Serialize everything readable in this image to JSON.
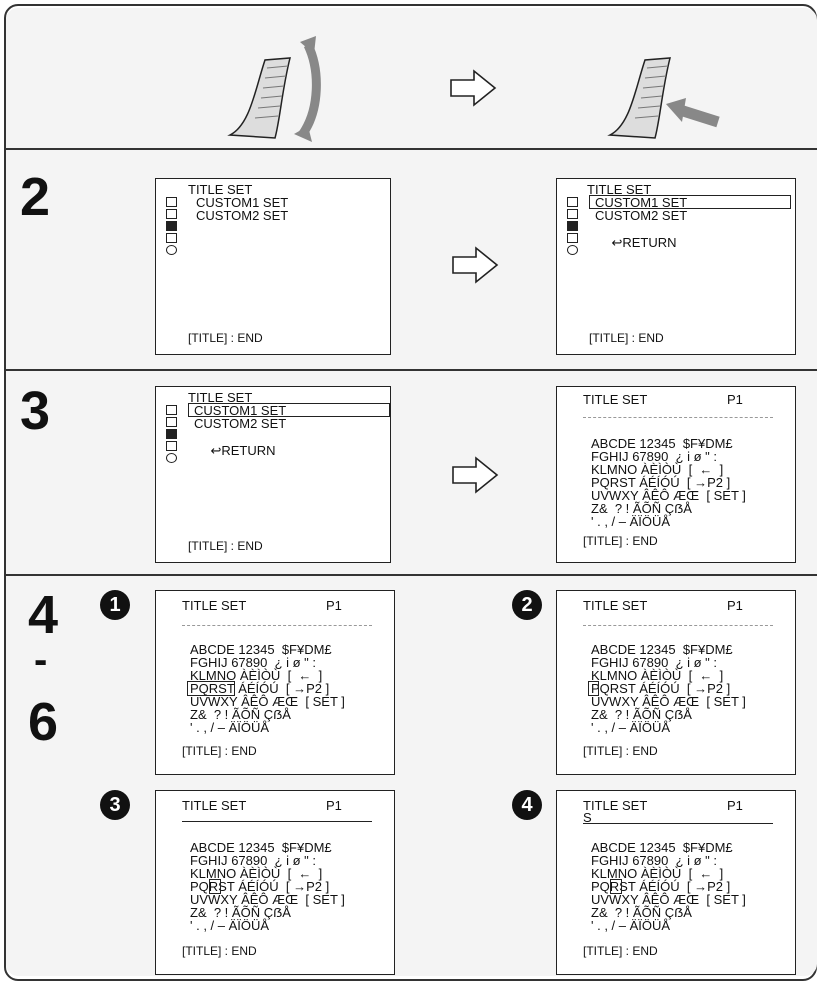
{
  "steps": {
    "s2": "2",
    "s3": "3",
    "s4": "4",
    "dash": "-",
    "s6": "6"
  },
  "substeps": [
    "1",
    "2",
    "3",
    "4"
  ],
  "menu": {
    "title": "TITLE SET",
    "custom1": "CUSTOM1 SET",
    "custom2": "CUSTOM2 SET",
    "return": "RETURN",
    "end": "[TITLE] : END"
  },
  "charset": {
    "title": "TITLE SET",
    "page": "P1",
    "rows": [
      [
        "ABCDE",
        "12345",
        "$F¥DM£"
      ],
      [
        "FGHIJ",
        "67890",
        "¿ i ø \" :"
      ],
      [
        "KLMNO",
        "ÀÈÌÒÙ",
        "[  ←  ]"
      ],
      [
        "PQRST",
        "ÁÉÍÓÚ",
        "[ →P2 ]"
      ],
      [
        "UVWXY",
        "ÂÊÔ ÆŒ",
        "[ SET ]"
      ],
      [
        "Z&  ? !",
        "ÃÕÑ ÇẞÅ",
        ""
      ],
      [
        "' . , / –",
        "ÄÏÖÜÅ",
        ""
      ]
    ],
    "end": "[TITLE] : END",
    "entered_char": "S"
  },
  "icons": [
    "folder-icon",
    "camera-tape-icon",
    "pencil-icon",
    "cassette-icon",
    "return-icon"
  ]
}
